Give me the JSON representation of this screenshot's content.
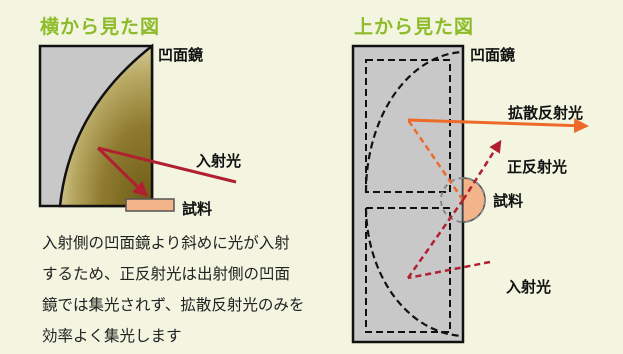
{
  "side_view": {
    "title": "横から見た図",
    "labels": {
      "mirror": "凹面鏡",
      "incident": "入射光",
      "sample": "試料"
    },
    "description_lines": [
      "入射側の凹面鏡より斜めに光が入射",
      "するため、正反射光は出射側の凹面",
      "鏡では集光されず、拡散反射光のみを",
      "効率よく集光します"
    ]
  },
  "top_view": {
    "title": "上から見た図",
    "labels": {
      "mirror": "凹面鏡",
      "diffuse": "拡散反射光",
      "specular": "正反射光",
      "sample": "試料",
      "incident": "入射光"
    }
  },
  "colors": {
    "title_green": "#8dbb2a",
    "background": "#f3f5e0",
    "mirror_gray": "#c8c8c8",
    "mirror_gold": "#7a6a20",
    "incident_red": "#b02030",
    "diffuse_orange": "#ee6a2a",
    "sample_peach": "#f4b48a"
  }
}
